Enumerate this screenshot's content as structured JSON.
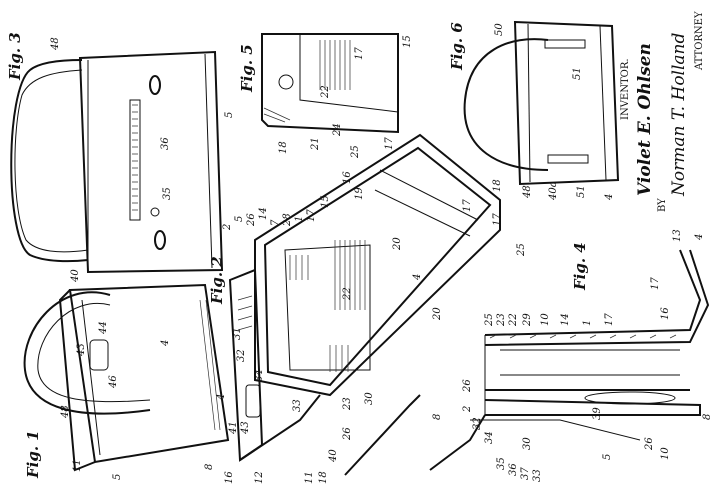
{
  "figures": {
    "fig1": "Fig. 1",
    "fig2": "Fig. 2",
    "fig3": "Fig. 3",
    "fig4": "Fig. 4",
    "fig5": "Fig. 5",
    "fig6": "Fig. 6"
  },
  "inventor": {
    "label": "INVENTOR.",
    "name": "Violet E. Ohlsen",
    "by": "BY",
    "attorney_signature": "Norman T. Holland",
    "attorney_label": "ATTORNEY"
  },
  "numerals": {
    "fig3": [
      "48",
      "5",
      "36",
      "35"
    ],
    "fig5": [
      "17",
      "15",
      "22",
      "18",
      "21",
      "24",
      "25"
    ],
    "fig6": [
      "50",
      "51",
      "48",
      "40a",
      "51",
      "4"
    ],
    "fig1": [
      "40",
      "43",
      "44",
      "46",
      "4",
      "48",
      "11",
      "5",
      "8",
      "16",
      "4"
    ],
    "fig2": [
      "2",
      "5",
      "26",
      "14",
      "7",
      "28",
      "1",
      "17",
      "15",
      "17",
      "19",
      "16",
      "18",
      "17",
      "20",
      "22",
      "4",
      "20",
      "25",
      "17",
      "31",
      "32",
      "34",
      "41",
      "43",
      "33",
      "23",
      "26",
      "30",
      "40",
      "11",
      "18",
      "12",
      "8"
    ],
    "fig4": [
      "13",
      "4",
      "17",
      "16",
      "1",
      "17",
      "14",
      "10",
      "29",
      "22",
      "23",
      "25",
      "26",
      "2",
      "32",
      "34",
      "35",
      "36",
      "37",
      "33",
      "30",
      "39",
      "26",
      "5",
      "10",
      "8"
    ]
  }
}
